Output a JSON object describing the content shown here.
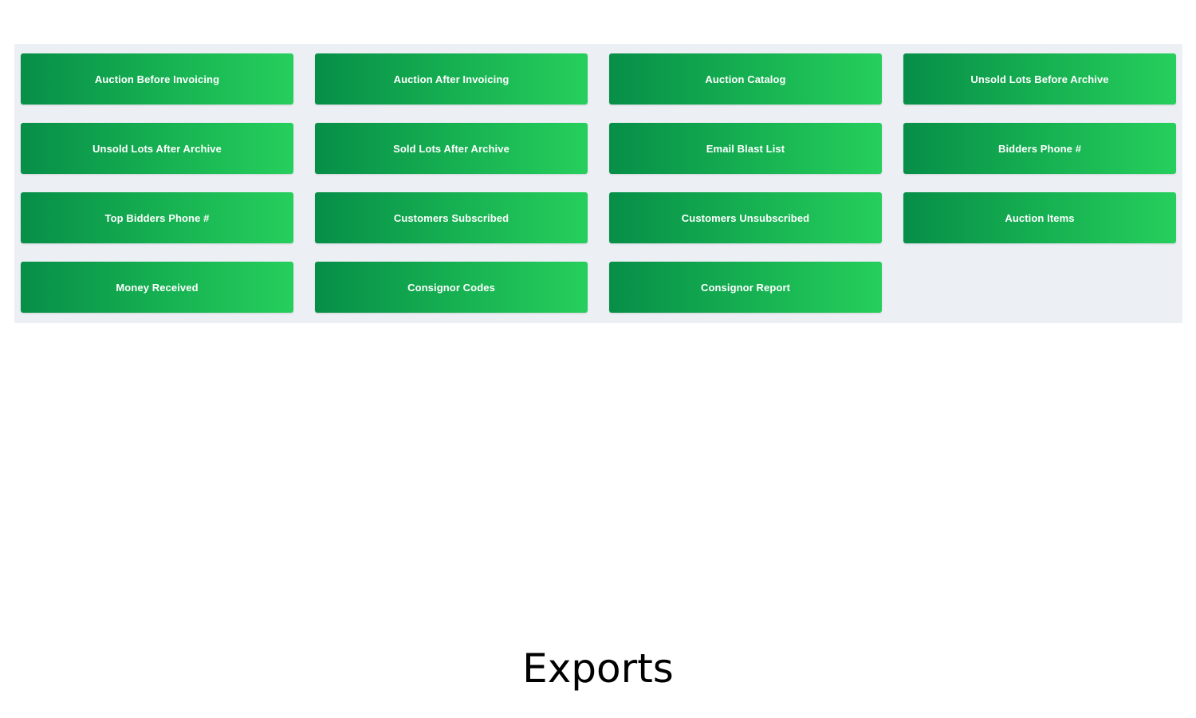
{
  "exports": {
    "title": "Exports",
    "buttons": [
      {
        "label": "Auction Before Invoicing"
      },
      {
        "label": "Auction After Invoicing"
      },
      {
        "label": "Auction Catalog"
      },
      {
        "label": "Unsold Lots Before Archive"
      },
      {
        "label": "Unsold Lots After Archive"
      },
      {
        "label": "Sold Lots After Archive"
      },
      {
        "label": "Email Blast List"
      },
      {
        "label": "Bidders Phone #"
      },
      {
        "label": "Top Bidders Phone #"
      },
      {
        "label": "Customers Subscribed"
      },
      {
        "label": "Customers Unsubscribed"
      },
      {
        "label": "Auction Items"
      },
      {
        "label": "Money Received"
      },
      {
        "label": "Consignor Codes"
      },
      {
        "label": "Consignor Report"
      }
    ]
  },
  "colors": {
    "panel_background": "#ecf0f5",
    "button_gradient_start": "#078e48",
    "button_gradient_end": "#26cf5c",
    "button_text": "#ffffff"
  }
}
